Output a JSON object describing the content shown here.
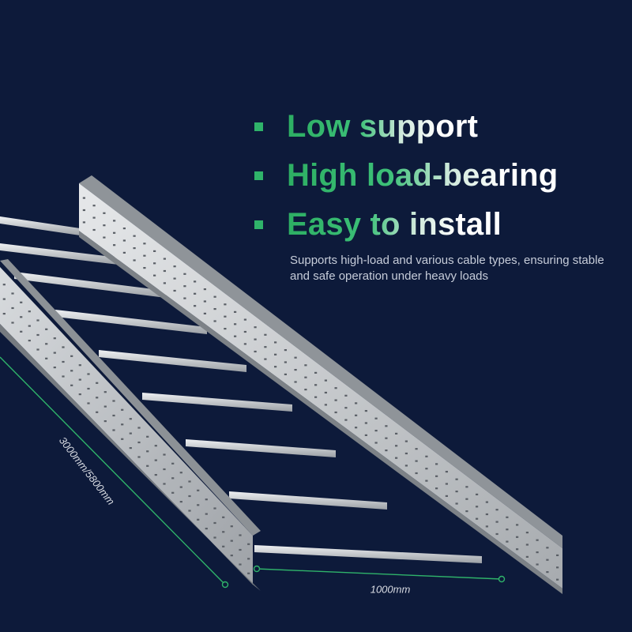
{
  "features": [
    {
      "label": "Low support"
    },
    {
      "label": "High load-bearing"
    },
    {
      "label": "Easy to install"
    }
  ],
  "description": "Supports high-load and various cable types, ensuring stable and safe operation under heavy loads",
  "dimensions": {
    "length": "3000mm/5800mm",
    "width": "1000mm"
  },
  "colors": {
    "background": "#0d1a3a",
    "accent_green": "#2fb36a",
    "tray_metal": "#c9cccf"
  }
}
